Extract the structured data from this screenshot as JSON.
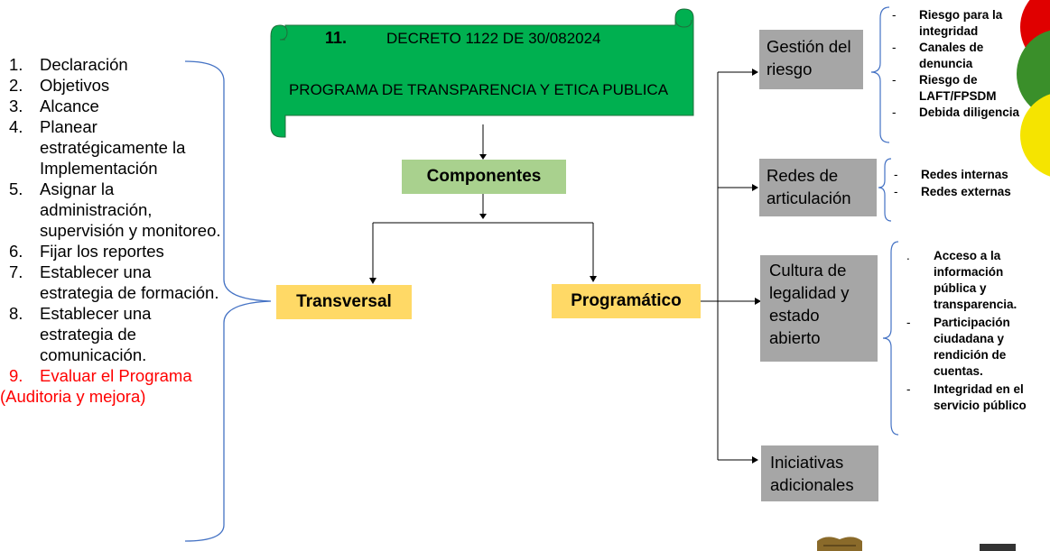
{
  "left_list": [
    {
      "num": "1.",
      "text": "Declaración",
      "color": "#000000"
    },
    {
      "num": "2.",
      "text": "Objetivos",
      "color": "#000000"
    },
    {
      "num": "3.",
      "text": "Alcance",
      "color": "#000000"
    },
    {
      "num": "4.",
      "text": "Planear estratégicamente la Implementación",
      "color": "#000000"
    },
    {
      "num": "5.",
      "text": "Asignar la administración, supervisión y monitoreo.",
      "color": "#000000"
    },
    {
      "num": "6.",
      "text": " Fijar los reportes",
      "color": "#000000"
    },
    {
      "num": "7.",
      "text": "Establecer una estrategia de formación.",
      "color": "#000000"
    },
    {
      "num": "8.",
      "text": "Establecer una estrategia de comunicación.",
      "color": "#000000"
    },
    {
      "num": "9.",
      "text": "Evaluar el Programa",
      "color": "#ff0000"
    },
    {
      "num": "",
      "text": "(Auditoria y mejora)",
      "color": "#ff0000"
    }
  ],
  "banner": {
    "number": "11.",
    "line1": "DECRETO  1122 DE  30/082024",
    "line2": "PROGRAMA DE TRANSPARENCIA  Y ETICA PUBLICA",
    "color": "#00b050"
  },
  "components": "Componentes",
  "transversal": "Transversal",
  "programatico": "Programático",
  "gray_boxes": {
    "gestion": "Gestión del riesgo",
    "redes": "Redes de articulación",
    "cultura": "Cultura de legalidad y estado abierto",
    "iniciativas": "Iniciativas adicionales"
  },
  "gestion_items": [
    {
      "bullet": "-",
      "text": "Riesgo para la integridad"
    },
    {
      "bullet": "-",
      "text": "Canales de denuncia"
    },
    {
      "bullet": "-",
      "text": "Riesgo de LAFT/FPSDM"
    },
    {
      "bullet": "-",
      "text": "Debida diligencia"
    }
  ],
  "redes_items": [
    {
      "bullet": "-",
      "text": "Redes internas"
    },
    {
      "bullet": "-",
      "text": "Redes externas"
    }
  ],
  "cultura_items": [
    {
      "bullet": ".",
      "text": "Acceso a la información pública  y transparencia."
    },
    {
      "bullet": "-",
      "text": "Participación ciudadana y rendición de cuentas."
    },
    {
      "bullet": "-",
      "text": "Integridad en el servicio público"
    }
  ],
  "colors": {
    "green_banner": "#00b050",
    "light_green": "#a9d18e",
    "yellow": "#ffd966",
    "gray": "#a6a6a6",
    "red_text": "#ff0000",
    "bracket_blue": "#4472c4"
  }
}
